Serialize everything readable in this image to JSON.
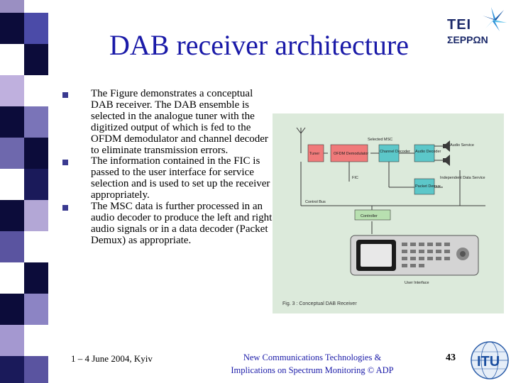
{
  "slide": {
    "title": "DAB receiver architecture",
    "bullets": [
      "The Figure demonstrates a conceptual DAB receiver. The DAB ensemble is selected in the analogue tuner with the digitized output of which is fed to the OFDM demodulator and channel decoder to eliminate transmission errors.",
      "The information contained in the FIC is passed to the user interface for service selection and is used to set up the receiver appropriately.",
      "The MSC data is further processed in an audio decoder to produce the left and right audio signals or in a data decoder (Packet Demux) as appropriate."
    ],
    "logo": {
      "line1": "TEI",
      "line2": "ΣΕΡΡΩΝ"
    },
    "footer": {
      "date_place": "1 – 4 June 2004, Kyiv",
      "course_line1": "New Communications Technologies &",
      "course_line2": "Implications on Spectrum Monitoring  © ADP",
      "page_number": "43"
    },
    "itu_logo_text": "ITU"
  },
  "figure": {
    "caption": "Fig. 3 : Conceptual DAB Receiver",
    "blocks": {
      "tuner": "Tuner",
      "ofdm": "OFDM Demodulator",
      "channel_decoder": "Channel Decoder",
      "audio_decoder": "Audio Decoder",
      "packet_demux": "Packet Demux",
      "controller": "Controller"
    },
    "labels": {
      "selected_msc": "Selected MSC",
      "audio_service": "Audio Service",
      "fic": "FIC",
      "independent_data_service": "Independent Data Service",
      "control_bus": "Control Bus",
      "user_interface": "User Interface"
    },
    "colors": {
      "background": "#dceadb",
      "tuner_ofdm": "#f07a7a",
      "decoders": "#5cc7c9",
      "lines": "#3a3a3a",
      "slide_title": "#1a1aa8"
    }
  }
}
